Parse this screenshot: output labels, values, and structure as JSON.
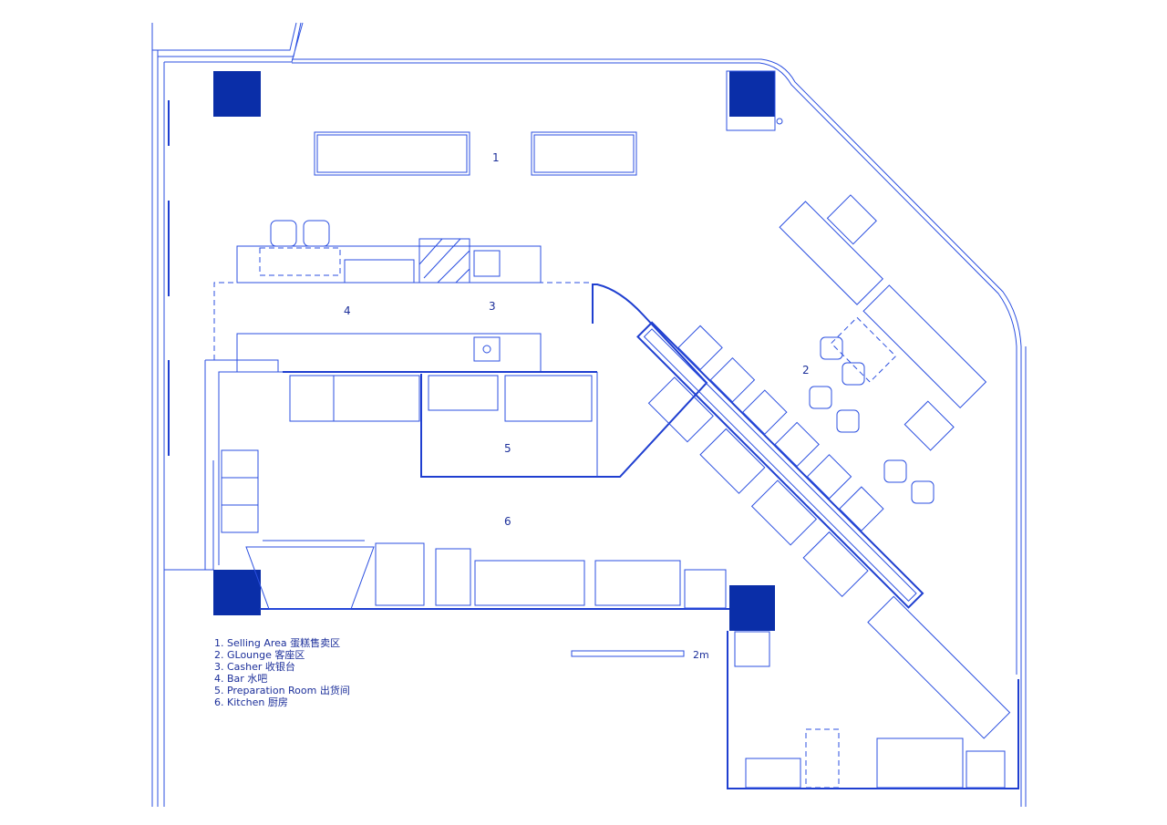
{
  "title": "Floor plan",
  "area_labels": [
    "1",
    "2",
    "3",
    "4",
    "5",
    "6"
  ],
  "legend": [
    "1. Selling Area  蛋糕售卖区",
    "2. GLounge  客座区",
    "3. Casher  收银台",
    "4. Bar  水吧",
    "5. Preparation Room  出货间",
    "6. Kitchen  厨房"
  ],
  "scale_bar": {
    "label": "2m"
  },
  "colors": {
    "line": "#2b4fe0",
    "column": "#0a2ea8",
    "text": "#1c2f9a"
  }
}
